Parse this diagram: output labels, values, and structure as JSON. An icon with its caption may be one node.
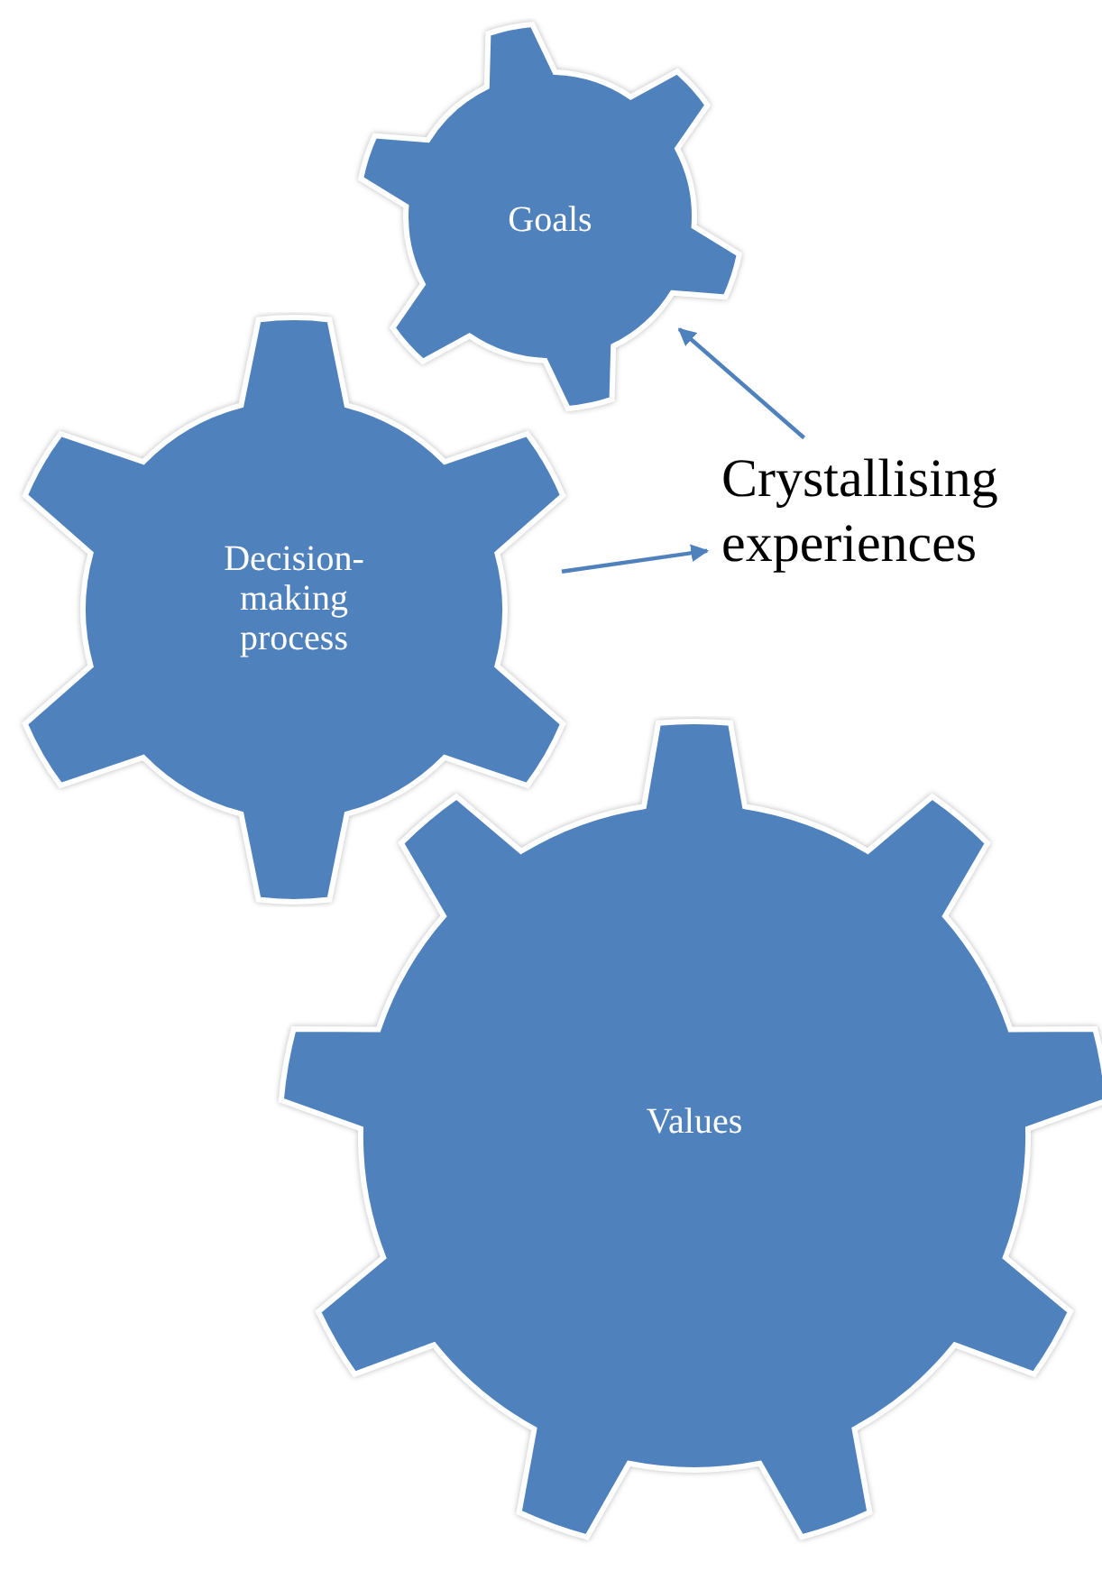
{
  "diagram": {
    "nodes": [
      {
        "text": [
          "Goals"
        ]
      },
      {
        "text": [
          "Decision-making process"
        ]
      },
      {
        "text": [
          "Crystallising experiences"
        ]
      },
      {
        "text": [
          "Values"
        ]
      }
    ],
    "edges": [
      {
        "from": 2,
        "to": 0,
        "arrow": "to"
      },
      {
        "from": 1,
        "to": 2,
        "arrow": "to"
      }
    ]
  }
}
